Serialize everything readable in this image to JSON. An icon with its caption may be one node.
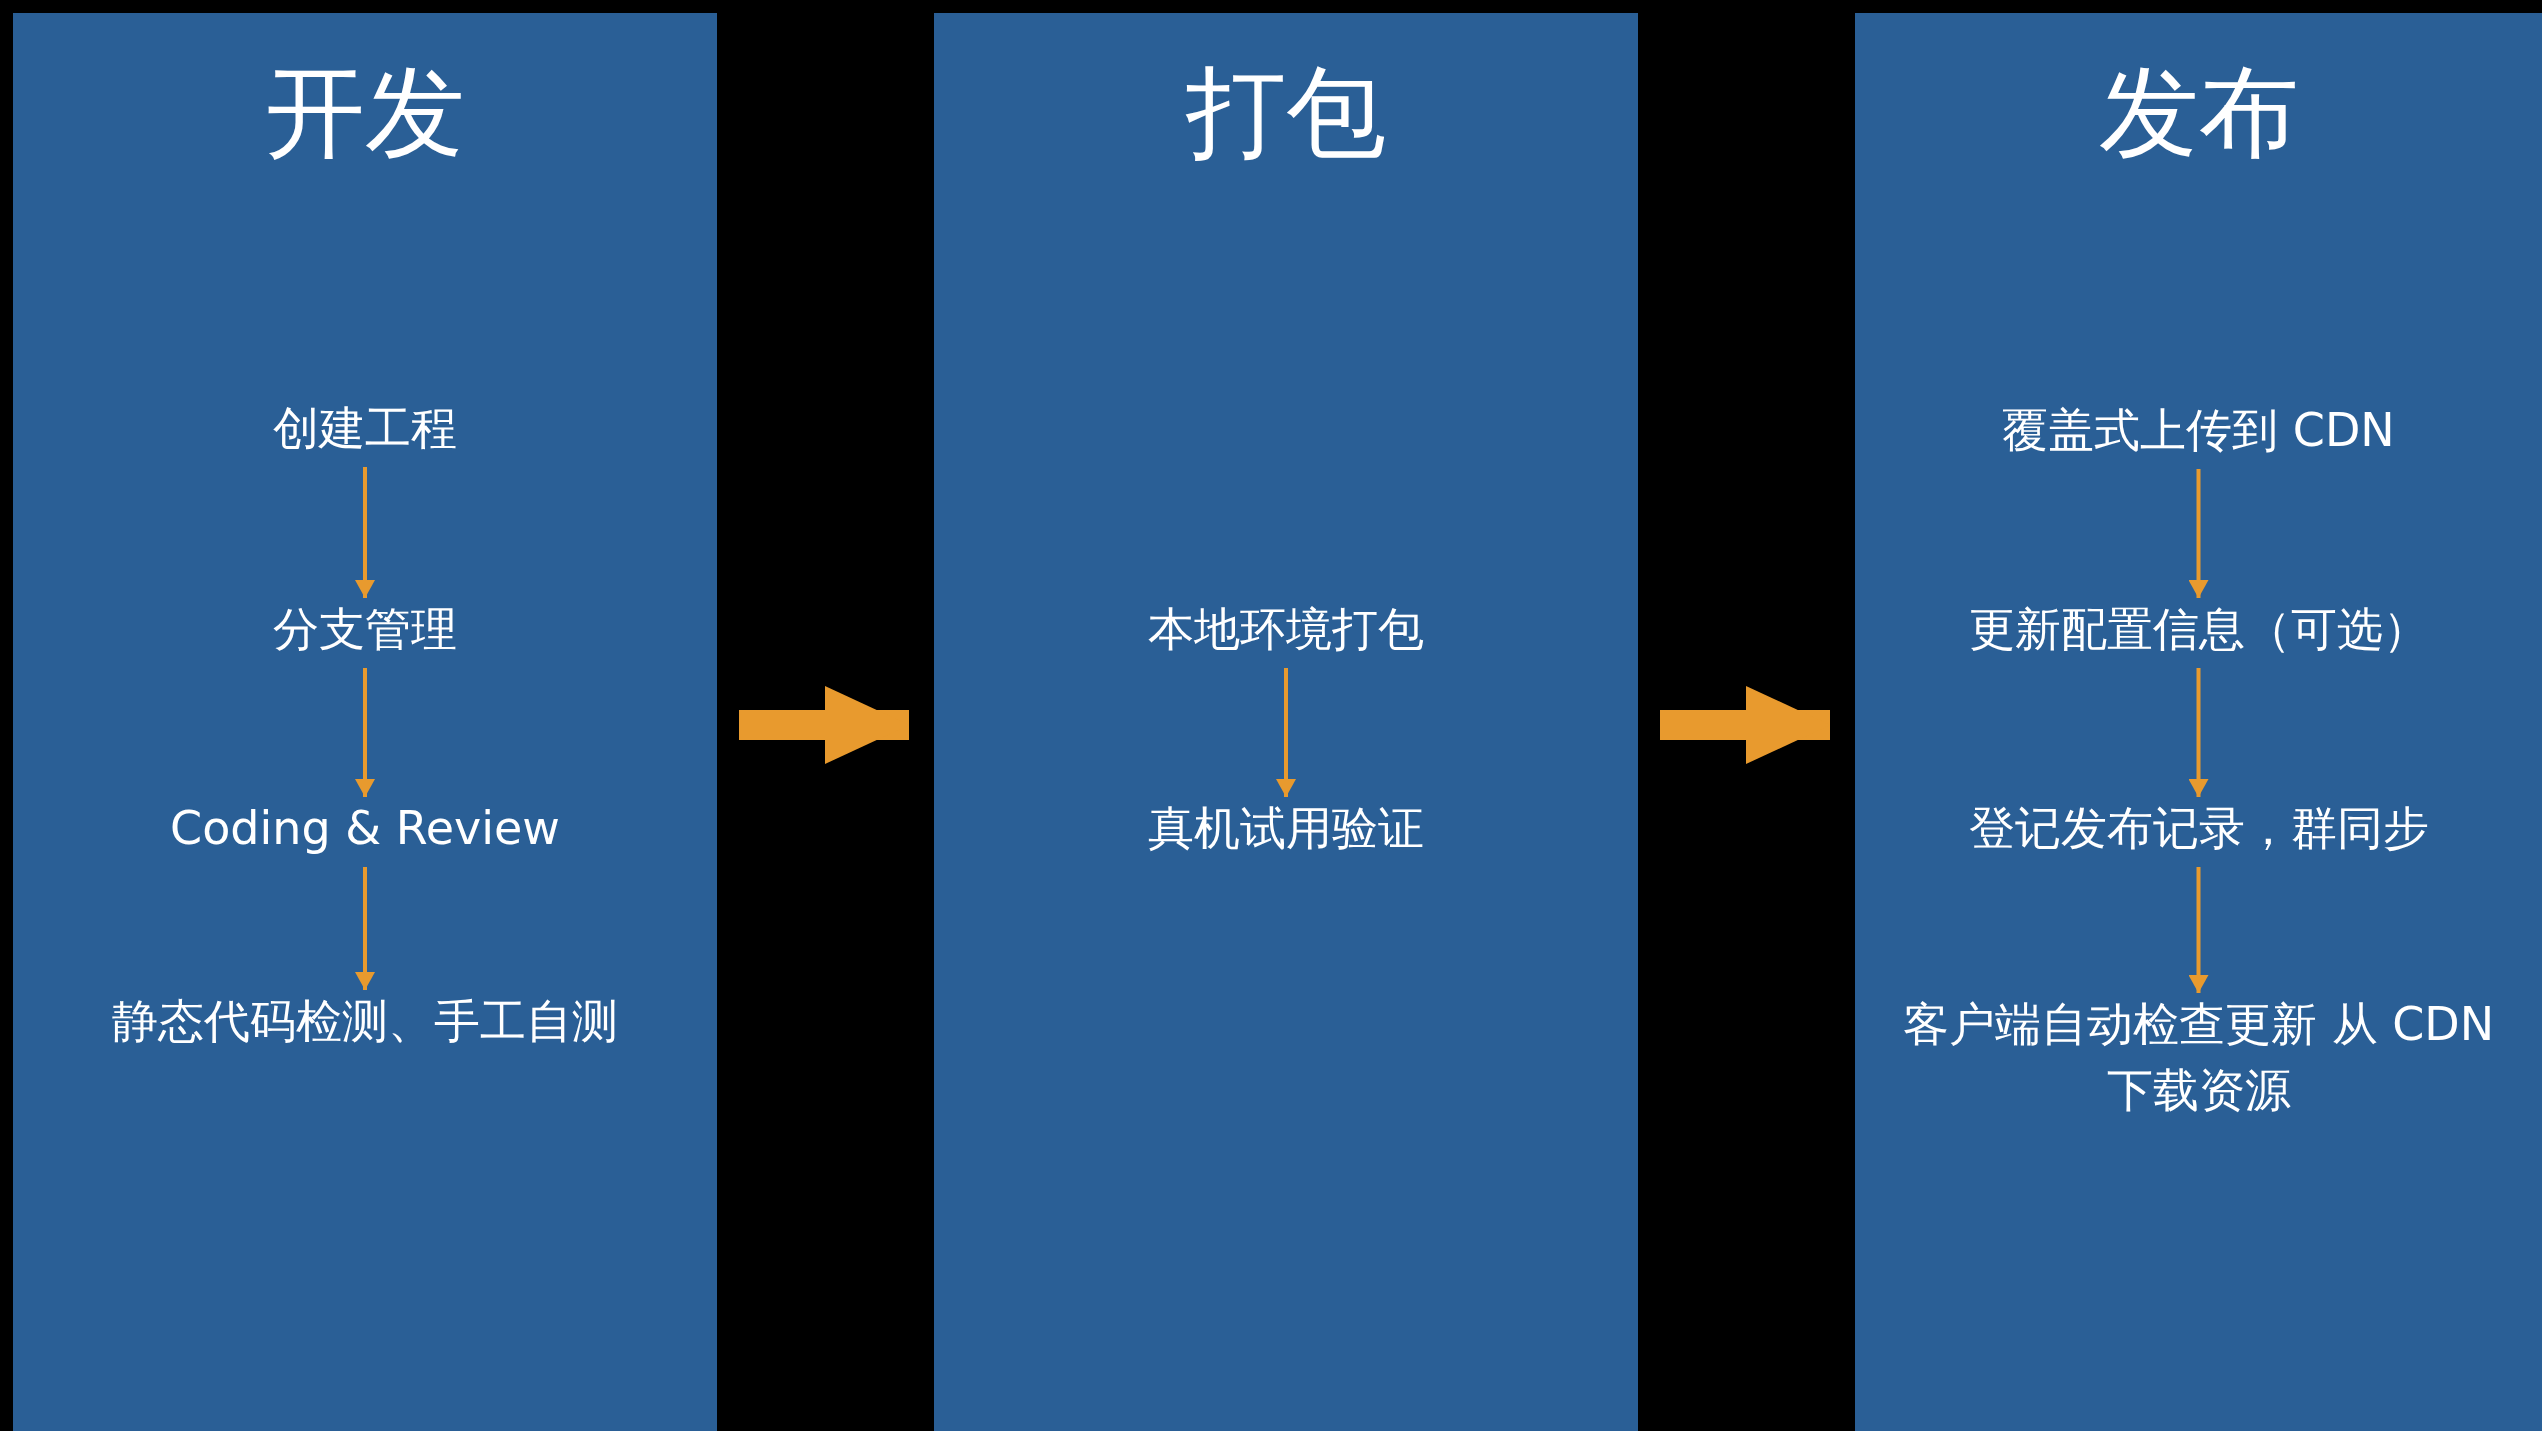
{
  "diagram": {
    "nodes": [
      {
        "text": [
          "开发"
        ]
      },
      {
        "text": [
          "创建工程"
        ],
        "in": 0
      },
      {
        "text": [
          "分支管理"
        ],
        "in": 0
      },
      {
        "text": [
          "Coding & Review"
        ],
        "in": 0
      },
      {
        "text": [
          "静态代码检测、手工自测"
        ],
        "in": 0
      },
      {
        "text": [
          "打包"
        ]
      },
      {
        "text": [
          "本地环境打包"
        ],
        "in": 5
      },
      {
        "text": [
          "真机试用验证"
        ],
        "in": 5
      },
      {
        "text": [
          "发布"
        ]
      },
      {
        "text": [
          "覆盖式上传到 CDN"
        ],
        "in": 8
      },
      {
        "text": [
          "更新配置信息（可选）"
        ],
        "in": 8
      },
      {
        "text": [
          "登记发布记录，群同步"
        ],
        "in": 8
      },
      {
        "text": [
          "客户端自动检查更新 从 CDN 下载资源"
        ],
        "in": 8
      }
    ],
    "edges": [
      {
        "from": 1,
        "to": 2,
        "arrow": "to"
      },
      {
        "from": 2,
        "to": 3,
        "arrow": "to"
      },
      {
        "from": 3,
        "to": 4,
        "arrow": "to"
      },
      {
        "from": 6,
        "to": 7,
        "arrow": "to"
      },
      {
        "from": 9,
        "to": 10,
        "arrow": "to"
      },
      {
        "from": 10,
        "to": 11,
        "arrow": "to"
      },
      {
        "from": 11,
        "to": 12,
        "arrow": "to"
      },
      {
        "from": 0,
        "to": 5,
        "arrow": "to",
        "style": "thick"
      },
      {
        "from": 5,
        "to": 8,
        "arrow": "to",
        "style": "thick"
      }
    ]
  }
}
